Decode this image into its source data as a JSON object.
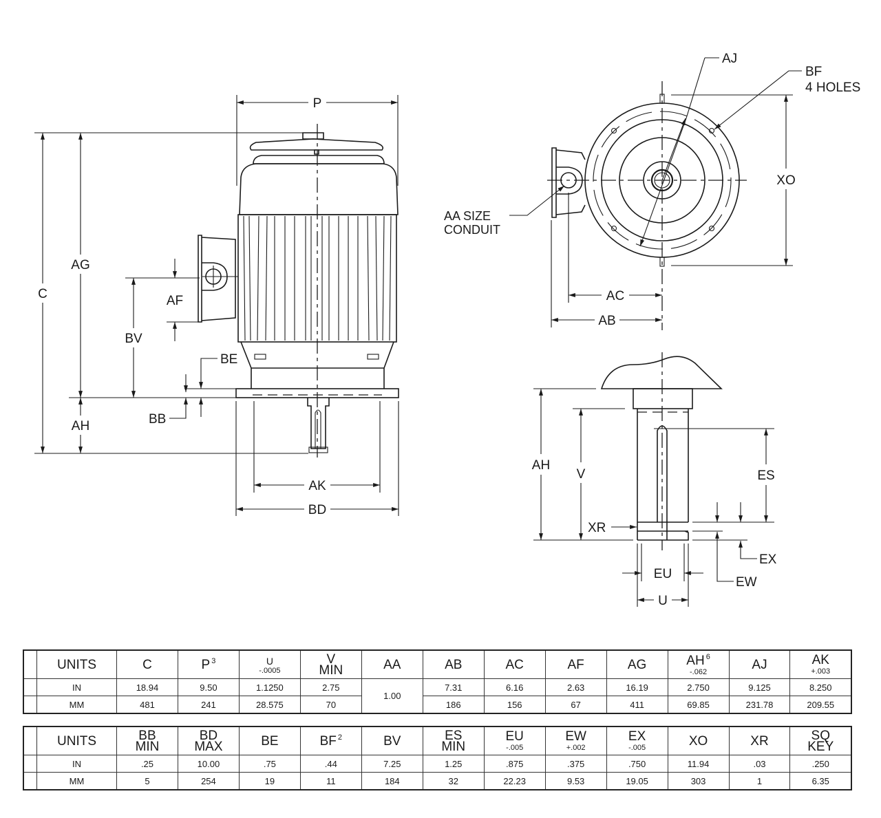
{
  "drawing": {
    "side_view": {
      "labels": {
        "P": "P",
        "C": "C",
        "AG": "AG",
        "AF": "AF",
        "BV": "BV",
        "BE": "BE",
        "BB": "BB",
        "AH": "AH",
        "AK": "AK",
        "BD": "BD"
      }
    },
    "end_view": {
      "labels": {
        "AJ": "AJ",
        "BF": "BF",
        "BF_note": "4 HOLES",
        "AA_line1": "AA SIZE",
        "AA_line2": "CONDUIT",
        "XO": "XO",
        "AC": "AC",
        "AB": "AB"
      }
    },
    "shaft_detail": {
      "labels": {
        "AH": "AH",
        "V": "V",
        "ES": "ES",
        "XR": "XR",
        "EX": "EX",
        "EW": "EW",
        "EU": "EU",
        "U": "U"
      }
    }
  },
  "tables": [
    {
      "headers": [
        {
          "main": "UNITS"
        },
        {
          "main": "C"
        },
        {
          "main": "P",
          "note": "3"
        },
        {
          "main": "U",
          "sub": "-.0005",
          "style": "small-top"
        },
        {
          "main": "V",
          "sub2": "MIN"
        },
        {
          "main": "AA"
        },
        {
          "main": "AB"
        },
        {
          "main": "AC"
        },
        {
          "main": "AF"
        },
        {
          "main": "AG"
        },
        {
          "main": "AH",
          "note": "6",
          "sub": "-.062"
        },
        {
          "main": "AJ"
        },
        {
          "main": "AK",
          "sub": "+.003"
        }
      ],
      "rows": [
        {
          "units": "IN",
          "values": [
            "18.94",
            "9.50",
            "1.1250",
            "2.75",
            "1.00",
            "7.31",
            "6.16",
            "2.63",
            "16.19",
            "2.750",
            "9.125",
            "8.250"
          ]
        },
        {
          "units": "MM",
          "values": [
            "481",
            "241",
            "28.575",
            "70",
            null,
            "186",
            "156",
            "67",
            "411",
            "69.85",
            "231.78",
            "209.55"
          ]
        }
      ]
    },
    {
      "headers": [
        {
          "main": "UNITS"
        },
        {
          "main": "BB",
          "sub2": "MIN"
        },
        {
          "main": "BD",
          "sub2": "MAX"
        },
        {
          "main": "BE"
        },
        {
          "main": "BF",
          "note": "2"
        },
        {
          "main": "BV"
        },
        {
          "main": "ES",
          "sub2": "MIN"
        },
        {
          "main": "EU",
          "sub": "-.005"
        },
        {
          "main": "EW",
          "sub": "+.002"
        },
        {
          "main": "EX",
          "sub": "-.005"
        },
        {
          "main": "XO"
        },
        {
          "main": "XR"
        },
        {
          "main": "SQ",
          "sub2": "KEY"
        }
      ],
      "rows": [
        {
          "units": "IN",
          "values": [
            ".25",
            "10.00",
            ".75",
            ".44",
            "7.25",
            "1.25",
            ".875",
            ".375",
            ".750",
            "11.94",
            ".03",
            ".250"
          ]
        },
        {
          "units": "MM",
          "values": [
            "5",
            "254",
            "19",
            "11",
            "184",
            "32",
            "22.23",
            "9.53",
            "19.05",
            "303",
            "1",
            "6.35"
          ]
        }
      ]
    }
  ]
}
